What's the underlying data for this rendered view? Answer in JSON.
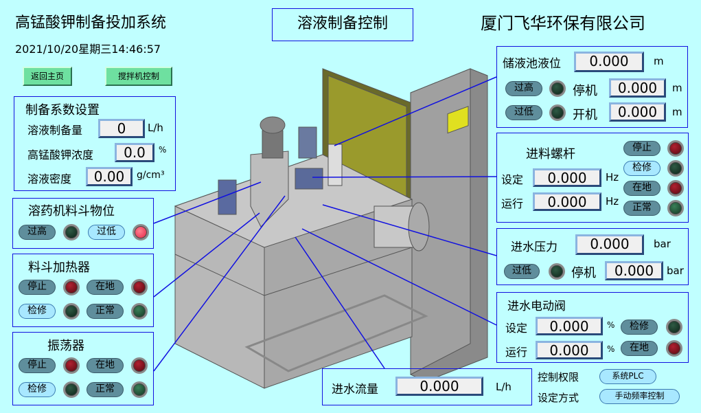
{
  "header": {
    "system_title": "高锰酸钾制备投加系统",
    "datetime": "2021/10/20星期三14:46:57",
    "page_title": "溶液制备控制",
    "company": "厦门飞华环保有限公司",
    "btn_home": "返回主页",
    "btn_mixer": "搅拌机控制"
  },
  "prep": {
    "title": "制备系数设置",
    "rows": [
      {
        "label": "溶液制备量",
        "value": "0",
        "unit": "L/h"
      },
      {
        "label": "高锰酸钾浓度",
        "value": "0.0",
        "unit": "%"
      },
      {
        "label": "溶液密度",
        "value": "0.00",
        "unit": "g/cm³"
      }
    ]
  },
  "hopper": {
    "title": "溶药机料斗物位",
    "high": "过高",
    "low": "过低"
  },
  "heater": {
    "title": "料斗加热器",
    "stop": "停止",
    "local": "在地",
    "repair": "检修",
    "normal": "正常"
  },
  "vibrator": {
    "title": "振荡器",
    "stop": "停止",
    "local": "在地",
    "repair": "检修",
    "normal": "正常"
  },
  "tank": {
    "title": "储液池液位",
    "level": "0.000",
    "unit": "m",
    "high": "过高",
    "low": "过低",
    "stop_label": "停机",
    "stop_value": "0.000",
    "start_label": "开机",
    "start_value": "0.000"
  },
  "screw": {
    "title": "进料螺杆",
    "set_label": "设定",
    "set_value": "0.000",
    "run_label": "运行",
    "run_value": "0.000",
    "unit": "Hz",
    "stop": "停止",
    "repair": "检修",
    "local": "在地",
    "normal": "正常"
  },
  "pressure": {
    "title": "进水压力",
    "value": "0.000",
    "unit": "bar",
    "low": "过低",
    "stop_label": "停机",
    "stop_value": "0.000"
  },
  "valve": {
    "title": "进水电动阀",
    "set_label": "设定",
    "set_value": "0.000",
    "run_label": "运行",
    "run_value": "0.000",
    "unit": "%",
    "repair": "检修",
    "local": "在地"
  },
  "flow": {
    "title": "进水流量",
    "value": "0.000",
    "unit": "L/h"
  },
  "control": {
    "auth_label": "控制权限",
    "auth_value": "系统PLC",
    "mode_label": "设定方式",
    "mode_value": "手动频率控制"
  },
  "colors": {
    "background": "#c0ffff",
    "border": "#1010e0",
    "button": "#6ee0a0"
  }
}
